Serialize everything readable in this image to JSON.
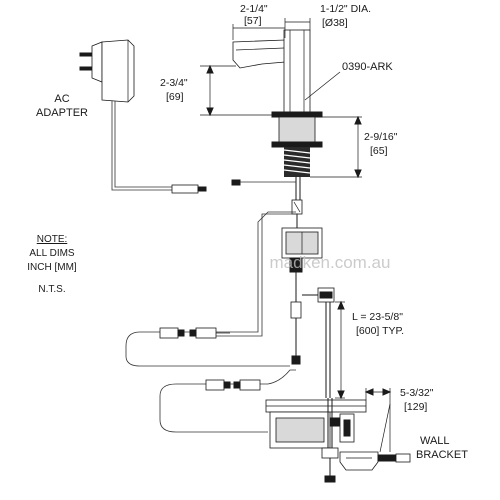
{
  "dimensions": {
    "spout_reach": "2-1/4\"",
    "spout_reach_mm": "[57]",
    "body_dia": "1-1/2\" DIA.",
    "body_dia_mm": "[Ø38]",
    "spout_height": "2-3/4\"",
    "spout_height_mm": "[69]",
    "shank_length": "2-9/16\"",
    "shank_length_mm": "[65]",
    "hose_length": "L = 23-5/8\"",
    "hose_length_mm": "[600] TYP.",
    "bracket_depth": "5-3/32\"",
    "bracket_depth_mm": "[129]"
  },
  "labels": {
    "model": "0390-ARK",
    "ac_line1": "AC",
    "ac_line2": "ADAPTER",
    "bracket_line1": "WALL",
    "bracket_line2": "BRACKET"
  },
  "note": {
    "line1": "NOTE:",
    "line2": "ALL DIMS",
    "line3": "INCH [MM]",
    "nts": "N.T.S."
  },
  "watermark": "madken.com.au"
}
